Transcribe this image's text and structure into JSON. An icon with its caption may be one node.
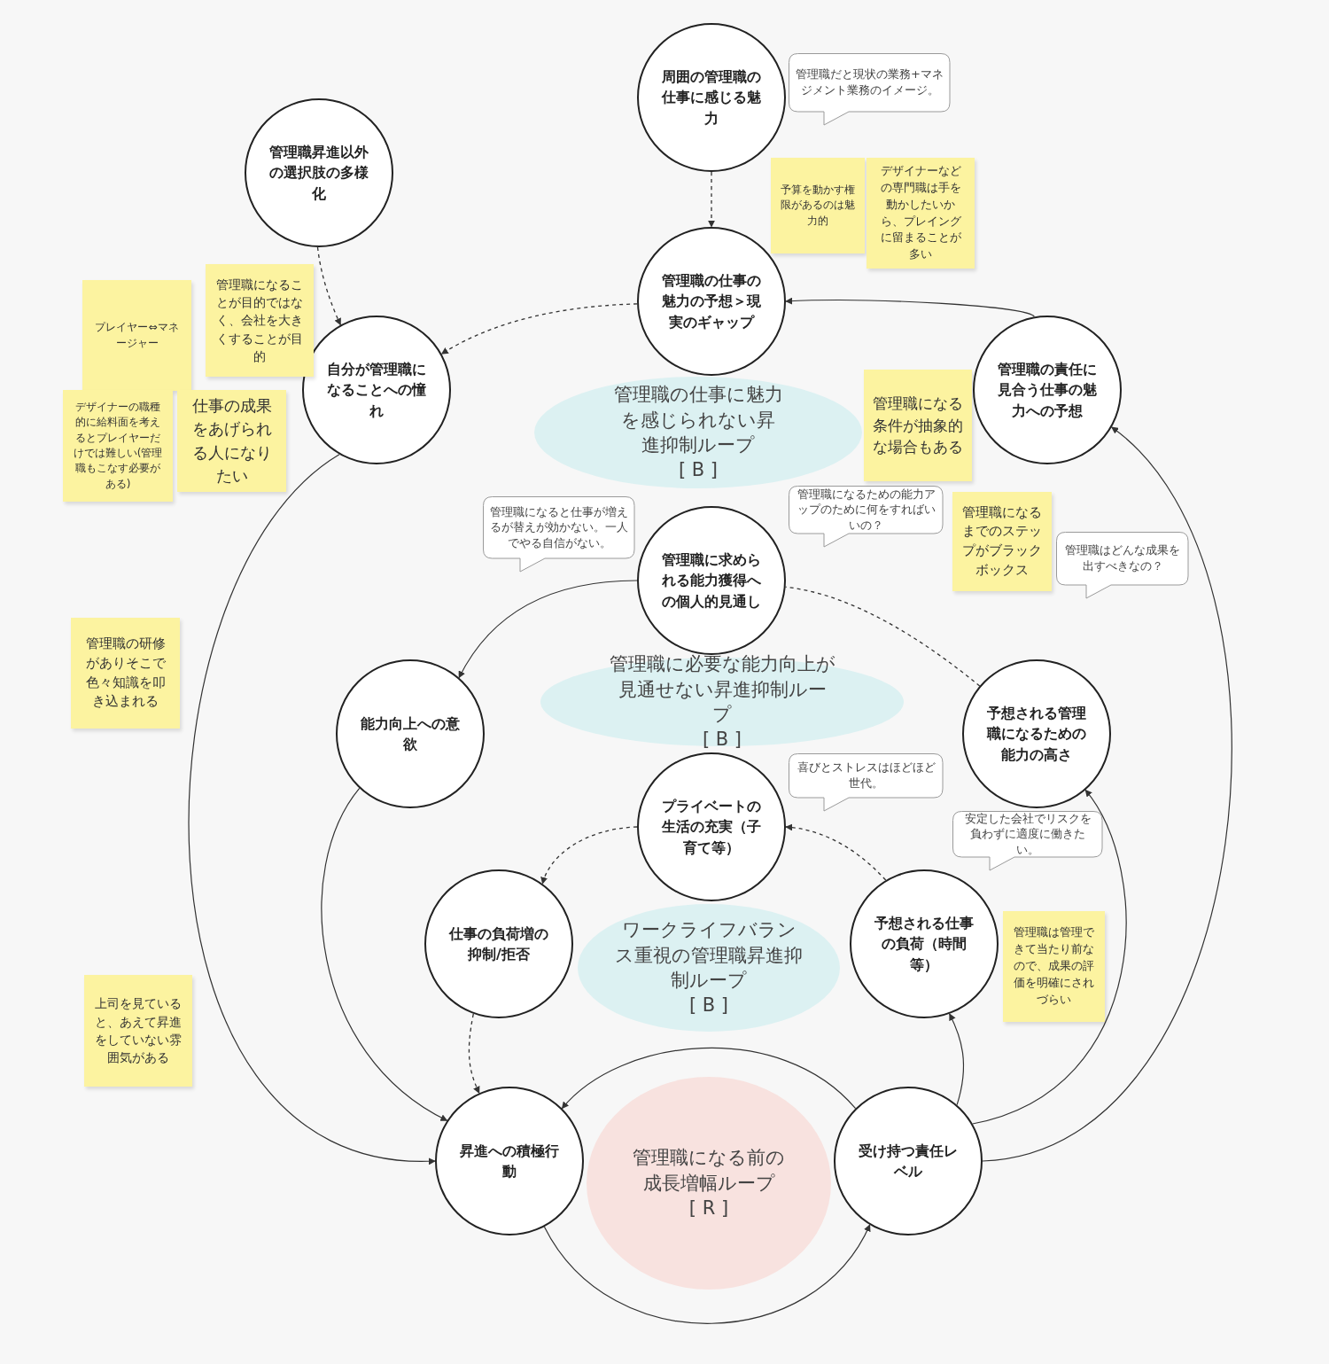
{
  "diagram": {
    "nodes": [
      {
        "text": [
          "周囲の管理職の仕事に感じる魅力"
        ]
      },
      {
        "text": [
          "管理職だと現状の業務+マネジメント業務のイメージ。"
        ]
      },
      {
        "text": [
          "管理職昇進以外の選択肢の多様化"
        ]
      },
      {
        "text": [
          "予算を動かす権限があるのは魅力的"
        ]
      },
      {
        "text": [
          "デザイナーなどの専門職は手を動かしたいから、プレイングに留まることが多い"
        ]
      },
      {
        "text": [
          "管理職の仕事の魅力の予想＞現実のギャップ"
        ]
      },
      {
        "text": [
          "管理職になることが目的ではなく、会社を大きくすることが目的"
        ]
      },
      {
        "text": [
          "プレイヤー⇔マネージャー"
        ]
      },
      {
        "text": [
          "自分が管理職になることへの憧れ"
        ]
      },
      {
        "text": [
          "管理職の責任に見合う仕事の魅力への予想"
        ]
      },
      {
        "text": [
          "管理職の仕事に魅力を感じられない昇進抑制ループ",
          "[ B ]"
        ]
      },
      {
        "text": [
          "管理職になる条件が抽象的な場合もある"
        ]
      },
      {
        "text": [
          "デザイナーの職種的に給料面を考えるとプレイヤーだけでは難しい(管理職もこなす必要がある)"
        ]
      },
      {
        "text": [
          "仕事の成果をあげられる人になりたい"
        ]
      },
      {
        "text": [
          "管理職になると仕事が増えるが替えが効かない。一人でやる自信がない。"
        ]
      },
      {
        "text": [
          "管理職になるための能力アップのために何をすればいいの？"
        ]
      },
      {
        "text": [
          "管理職に求められる能力獲得への個人的見通し"
        ]
      },
      {
        "text": [
          "管理職はどんな成果を出すべきなの？"
        ]
      },
      {
        "text": [
          "管理職になるまでのステップがブラックボックス"
        ]
      },
      {
        "text": [
          "管理職の研修がありそこで色々知識を叩き込まれる"
        ]
      },
      {
        "text": [
          "管理職に必要な能力向上が見通せない昇進抑制ループ",
          "[ B ]"
        ]
      },
      {
        "text": [
          "能力向上への意欲"
        ]
      },
      {
        "text": [
          "予想される管理職になるための能力の高さ"
        ]
      },
      {
        "text": [
          "プライベートの生活の充実（子育て等）"
        ]
      },
      {
        "text": [
          "喜びとストレスはほどほど世代。"
        ]
      },
      {
        "text": [
          "安定した会社でリスクを負わずに適度に働きたい。"
        ]
      },
      {
        "text": [
          "仕事の負荷増の抑制/拒否"
        ]
      },
      {
        "text": [
          "ワークライフバランス重視の管理職昇進抑制ループ",
          "[ B ]"
        ]
      },
      {
        "text": [
          "予想される仕事の負荷（時間等）"
        ]
      },
      {
        "text": [
          "管理職は管理できて当たり前なので、成果の評価を明確にされづらい"
        ]
      },
      {
        "text": [
          "上司を見ていると、あえて昇進をしていない雰囲気がある"
        ]
      },
      {
        "text": [
          "昇進への積極行動"
        ]
      },
      {
        "text": [
          "管理職になる前の成長増幅ループ",
          "[ R ]"
        ]
      },
      {
        "text": [
          "受け持つ責任レベル"
        ]
      }
    ],
    "edges": [
      {
        "from": 0,
        "to": 5,
        "arrow": "to",
        "style": "dashed"
      },
      {
        "from": 2,
        "to": 8,
        "arrow": "to",
        "style": "dashed"
      },
      {
        "from": 5,
        "to": 8,
        "arrow": "to",
        "style": "dashed"
      },
      {
        "from": 9,
        "to": 5,
        "arrow": "to"
      },
      {
        "from": 33,
        "to": 9,
        "arrow": "to"
      },
      {
        "from": 8,
        "to": 31,
        "arrow": "to"
      },
      {
        "from": 16,
        "to": 21,
        "arrow": "to"
      },
      {
        "from": 22,
        "to": 16,
        "arrow": "none",
        "style": "dashed"
      },
      {
        "from": 21,
        "to": 31,
        "arrow": "to"
      },
      {
        "from": 33,
        "to": 22,
        "arrow": "to"
      },
      {
        "from": 33,
        "to": 28,
        "arrow": "to"
      },
      {
        "from": 28,
        "to": 23,
        "arrow": "to",
        "style": "dashed"
      },
      {
        "from": 23,
        "to": 26,
        "arrow": "to",
        "style": "dashed"
      },
      {
        "from": 26,
        "to": 31,
        "arrow": "to",
        "style": "dashed"
      },
      {
        "from": 31,
        "to": 33,
        "arrow": "to"
      },
      {
        "from": 33,
        "to": 31,
        "arrow": "to"
      }
    ]
  }
}
